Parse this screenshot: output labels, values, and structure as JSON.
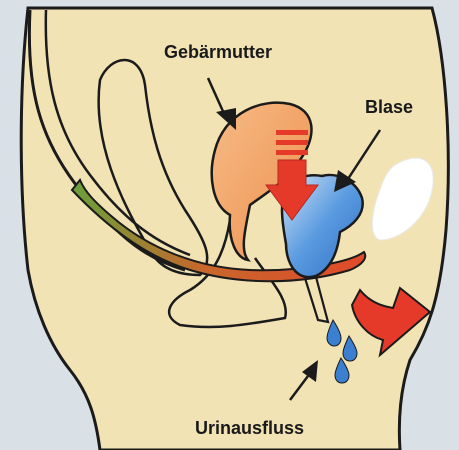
{
  "labels": {
    "uterus": "Gebärmutter",
    "bladder": "Blase",
    "leak": "Urinausfluss"
  },
  "colors": {
    "background": "#d9e1e6",
    "skin": "#f2e3b5",
    "outline": "#1b1b1b",
    "uterus": "#f0a060",
    "bladder": "#3a7fd0",
    "pressure_arrow": "#e53a2a",
    "drops": "#3a7fd0",
    "pelvic_floor_start": "#6aa03a",
    "pelvic_floor_end": "#e04a2a"
  }
}
